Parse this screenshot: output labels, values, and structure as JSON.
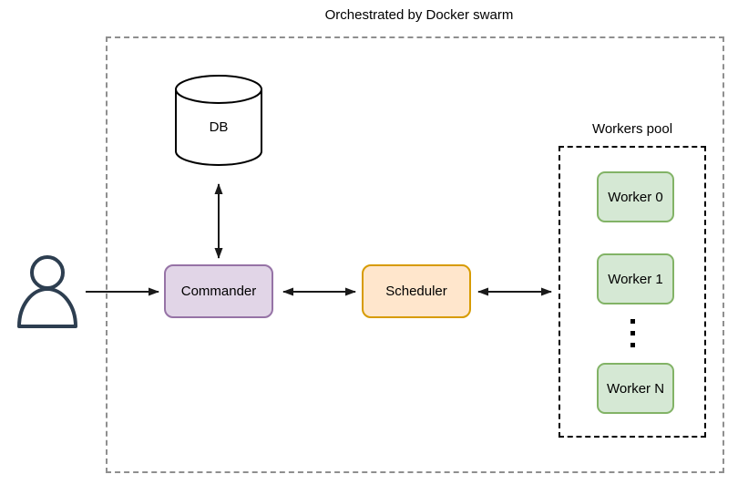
{
  "diagram": {
    "title": "Orchestrated by Docker swarm",
    "user": {
      "icon": "person-icon",
      "color": "#2d3e50"
    },
    "db": {
      "label": "DB",
      "fill": "#ffffff",
      "border": "#000000"
    },
    "commander": {
      "label": "Commander",
      "fill": "#e1d5e7",
      "border": "#9673a6"
    },
    "scheduler": {
      "label": "Scheduler",
      "fill": "#ffe6cc",
      "border": "#d79b00"
    },
    "workers_pool": {
      "label": "Workers pool",
      "workers": [
        {
          "label": "Worker 0"
        },
        {
          "label": "Worker 1"
        },
        {
          "label": "Worker N"
        }
      ],
      "ellipsis_icon": "vertical-ellipsis-icon",
      "worker_fill": "#d5e8d4",
      "worker_border": "#82b366",
      "boundary_style": "dashed-black"
    },
    "boundary": {
      "style": "dashed-gray",
      "color": "#8f8f8f"
    },
    "connections": [
      {
        "from": "user",
        "to": "commander",
        "direction": "one-way"
      },
      {
        "from": "db",
        "to": "commander",
        "direction": "two-way"
      },
      {
        "from": "commander",
        "to": "scheduler",
        "direction": "two-way"
      },
      {
        "from": "scheduler",
        "to": "workers_pool",
        "direction": "two-way"
      }
    ]
  }
}
